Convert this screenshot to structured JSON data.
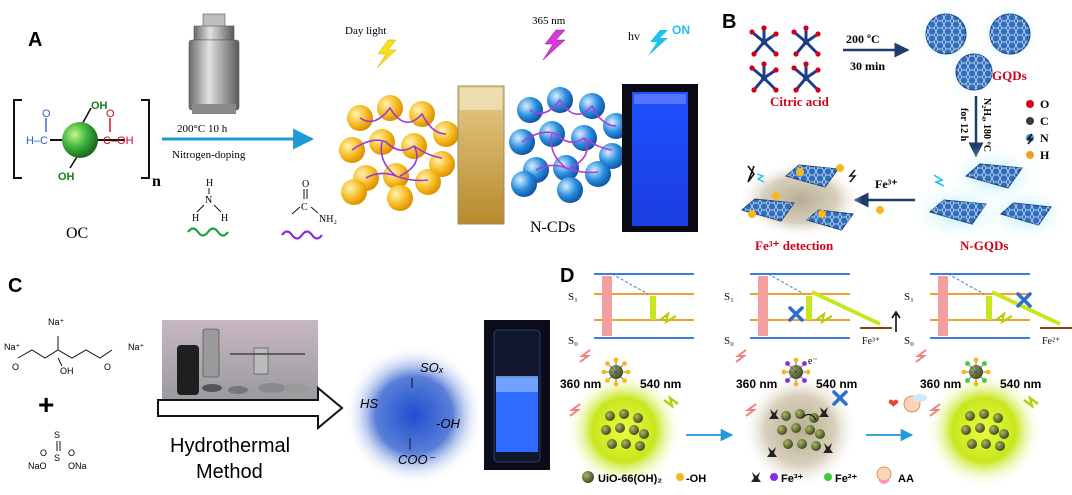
{
  "panel_a": {
    "letter": "A",
    "condition": "200°C 10 h",
    "process": "Nitrogen-doping",
    "oc_label": "OC",
    "oc_n": "n",
    "oh_top": "OH",
    "oh_bottom": "OH",
    "cooh": "C–OH",
    "cooh_o": "O",
    "cho_h": "H–C",
    "cho_o": "O",
    "nh3_n": "N",
    "nh3_h": "H",
    "urea_o": "O",
    "urea_c": "C",
    "urea_nh2": "NH₂",
    "day_light": "Day light",
    "uv_365": "365 nm",
    "hv": "hv",
    "on": "ON",
    "product": "N-CDs"
  },
  "panel_b": {
    "letter": "B",
    "temp": "200 ºC",
    "time": "30 min",
    "precursor": "Citric acid",
    "product": "GQDs",
    "legend": [
      "O",
      "C",
      "N",
      "H"
    ],
    "legend_colors": [
      "#d0021b",
      "#3a3a3a",
      "#3b8fd6",
      "#f59a23"
    ],
    "reagent": "N₂H₄, 180 ºC",
    "reagent_time": "for 12 h",
    "ion": "Fe³⁺",
    "detection": "Fe³⁺ detection",
    "ngqds": "N-GQDs"
  },
  "panel_c": {
    "letter": "C",
    "na1": "Na⁺",
    "na2": "Na⁺",
    "na3": "Na⁺",
    "oh": "OH",
    "plus": "+",
    "thio_s": "S",
    "thio_naO": "NaO",
    "thio_ona": "ONa",
    "method_line1": "Hydrothermal",
    "method_line2": "Method",
    "sox": "SOₓ",
    "hs": "HS",
    "oh_group": "-OH",
    "coo": "COO⁻"
  },
  "panel_d": {
    "letter": "D",
    "s1": "S₁",
    "s0": "S₀",
    "fe3": "Fe³⁺",
    "fe2": "Fe²⁺",
    "ex": "360 nm",
    "em": "540 nm",
    "electron": "e⁻",
    "legend_mof": "UiO-66(OH)₂",
    "legend_oh": "-OH",
    "legend_fe3": "Fe³⁺",
    "legend_fe2": "Fe²⁺",
    "legend_aa": "AA"
  },
  "colors": {
    "arrow_blue": "#1f9ad6",
    "red_label": "#d0021b",
    "level_blue": "#3b7dd8",
    "level_orange": "#f0a030",
    "pink": "#f08080",
    "lime": "#c8e61e",
    "cd_yellow": "#f5b91e",
    "cd_blue": "#2a8ee0"
  }
}
